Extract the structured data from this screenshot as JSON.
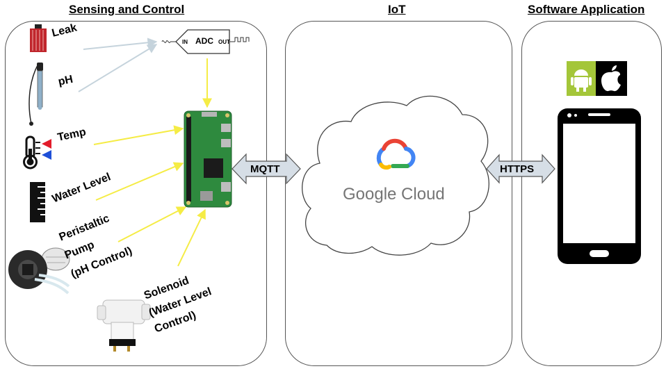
{
  "sections": {
    "sensing": "Sensing and Control",
    "iot": "IoT",
    "software": "Software Application"
  },
  "components": {
    "leak": "Leak",
    "ph": "pH",
    "temp": "Temp",
    "water_level": "Water Level",
    "pump_line1": "Peristaltic",
    "pump_line2": "Pump",
    "pump_line3": "(pH Control)",
    "solenoid_line1": "Solenoid",
    "solenoid_line2": "(Water Level",
    "solenoid_line3": "Control)"
  },
  "adc": {
    "label": "ADC",
    "in": "IN",
    "out": "OUT"
  },
  "links": {
    "mqtt": "MQTT",
    "https": "HTTPS"
  },
  "cloud": {
    "name": "Google Cloud"
  },
  "colors": {
    "panel_border": "#555555",
    "analog_wire": "#c5d3dc",
    "digital_wire": "#f5ec45",
    "android": "#a4c639",
    "apple_bg": "#000000",
    "arrow_fill": "#d6dee6",
    "board_green": "#2e8a3e"
  },
  "icons": [
    "leak-sensor-icon",
    "ph-probe-icon",
    "thermometer-icon",
    "ruler-icon",
    "pump-icon",
    "solenoid-valve-icon",
    "raspberry-pi-icon",
    "google-cloud-logo-icon",
    "android-icon",
    "apple-icon",
    "smartphone-icon"
  ]
}
